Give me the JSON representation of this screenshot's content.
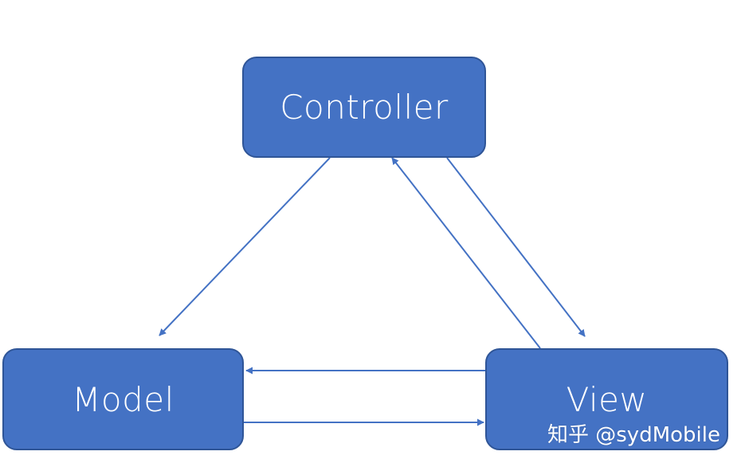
{
  "nodes": {
    "controller": "Controller",
    "model": "Model",
    "view": "View"
  },
  "watermark": "知乎 @sydMobile",
  "colors": {
    "node_fill": "#4472c4",
    "node_border": "#2f5597",
    "arrow": "#4472c4",
    "text": "#ffffff"
  }
}
